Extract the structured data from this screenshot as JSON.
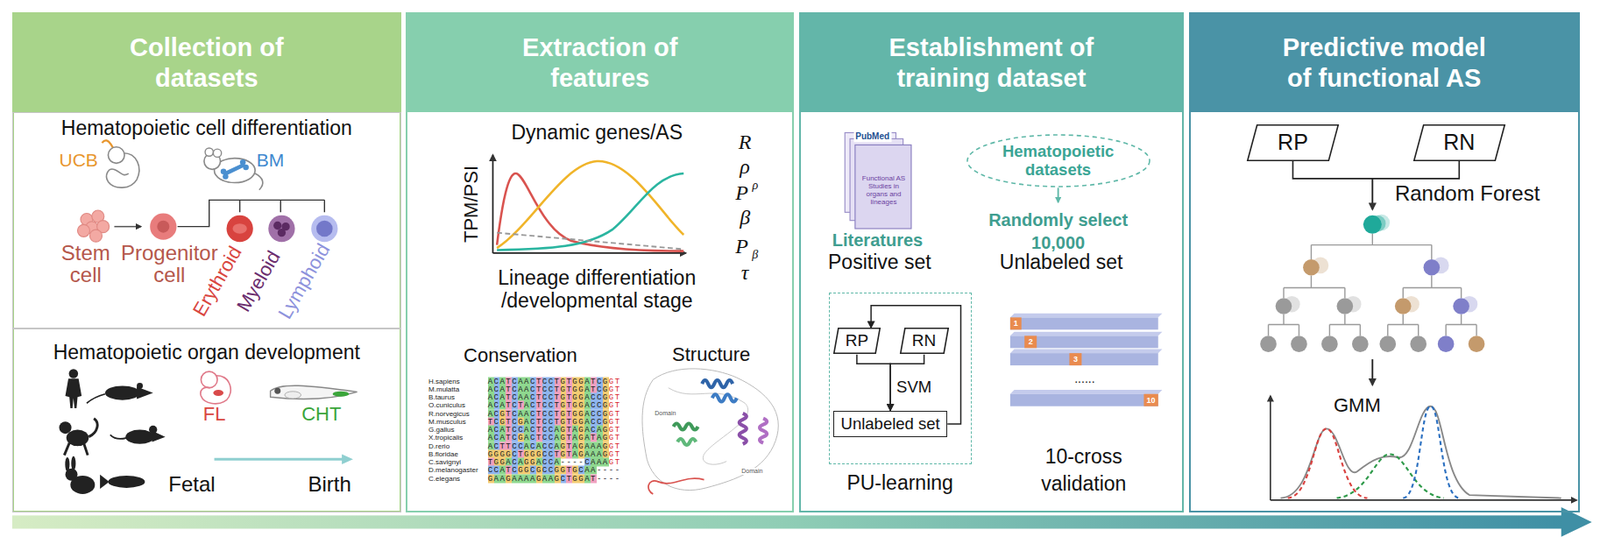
{
  "diagram": {
    "nodes": [
      {
        "text": [
          "Collection of datasets"
        ]
      },
      {
        "text": [
          "Hematopoietic cell differentiation"
        ],
        "in": 0
      },
      {
        "text": [
          "Hematopoietic organ development"
        ],
        "in": 0
      },
      {
        "text": [
          "Extraction of features"
        ]
      },
      {
        "text": [
          "Establishment of training dataset"
        ]
      },
      {
        "text": [
          "Hematopoietic datasets"
        ],
        "in": 4
      },
      {
        "text": [
          "PU-learning"
        ],
        "in": 4
      },
      {
        "text": [
          "RP"
        ],
        "in": 6
      },
      {
        "text": [
          "RN"
        ],
        "in": 6
      },
      {
        "text": [
          "Unlabeled set"
        ],
        "in": 6
      },
      {
        "text": [
          "Predictive model of functional AS"
        ]
      },
      {
        "text": [
          "RP"
        ],
        "in": 10
      },
      {
        "text": [
          "RN"
        ],
        "in": 10
      }
    ],
    "edges": [
      {
        "from": 9,
        "to": 7,
        "arrow": "to"
      },
      {
        "from": 7,
        "to": 9,
        "label": "SVM",
        "arrow": "to"
      },
      {
        "from": 8,
        "to": 9,
        "arrow": "to"
      }
    ],
    "labels": [
      "UCB",
      "BM",
      "Stem cell",
      "Progenitor cell",
      "Erythroid",
      "Myeloid",
      "Lymphoid",
      "FL",
      "CHT",
      "Fetal",
      "Birth",
      "Dynamic genes/AS",
      "TPM/PSI",
      "Lineage differentiation /developmental stage",
      "R",
      "ρ",
      "P",
      "ρ",
      "β",
      "P",
      "β",
      "τ",
      "Conservation",
      "H.sapiens",
      "M.mulatta",
      "B.taurus",
      "O.cuniculus",
      "R.norvegicus",
      "M.musculus",
      "G.gallus",
      "X.tropicalis",
      "D.rerio",
      "B.floridae",
      "C.savignyi",
      "D.melanogaster",
      "C.elegans",
      "ACATCAACTCCTGTGGATCGGT",
      "ACATCAACTCCTGTGGATCGGT",
      "ACATCAACTCCTGTGGACCGGT",
      "ACATCTACTCCTGTGGACCGGT",
      "ACGTCAACTCCTGTGGACCGGT",
      "TCGTCGACTCCTGTGGACCGGT",
      "ACATCCACTCCAGTAGACAGGT",
      "ACATCGACTCCAGTAGATAGGT",
      "ACTTCCACACCAGTAGAAAGGT",
      "GGGGCTGGGCCTGTAGAAAGGT",
      "TGGACAGGACCA----CAAAGT",
      "CCATCGGCGCCGGTGCAA----",
      "GAAGAAAAGAAGCTGGAT----",
      "Structure",
      "Domain",
      "Domain",
      "PubMed",
      "Functional AS Studies in organs and lineages",
      "Literatures",
      "Positive set",
      "Randomly select 10,000",
      "Unlabeled set",
      "1",
      "2",
      "3",
      "......",
      "10",
      "10-cross validation",
      "Random Forest",
      "GMM"
    ]
  }
}
